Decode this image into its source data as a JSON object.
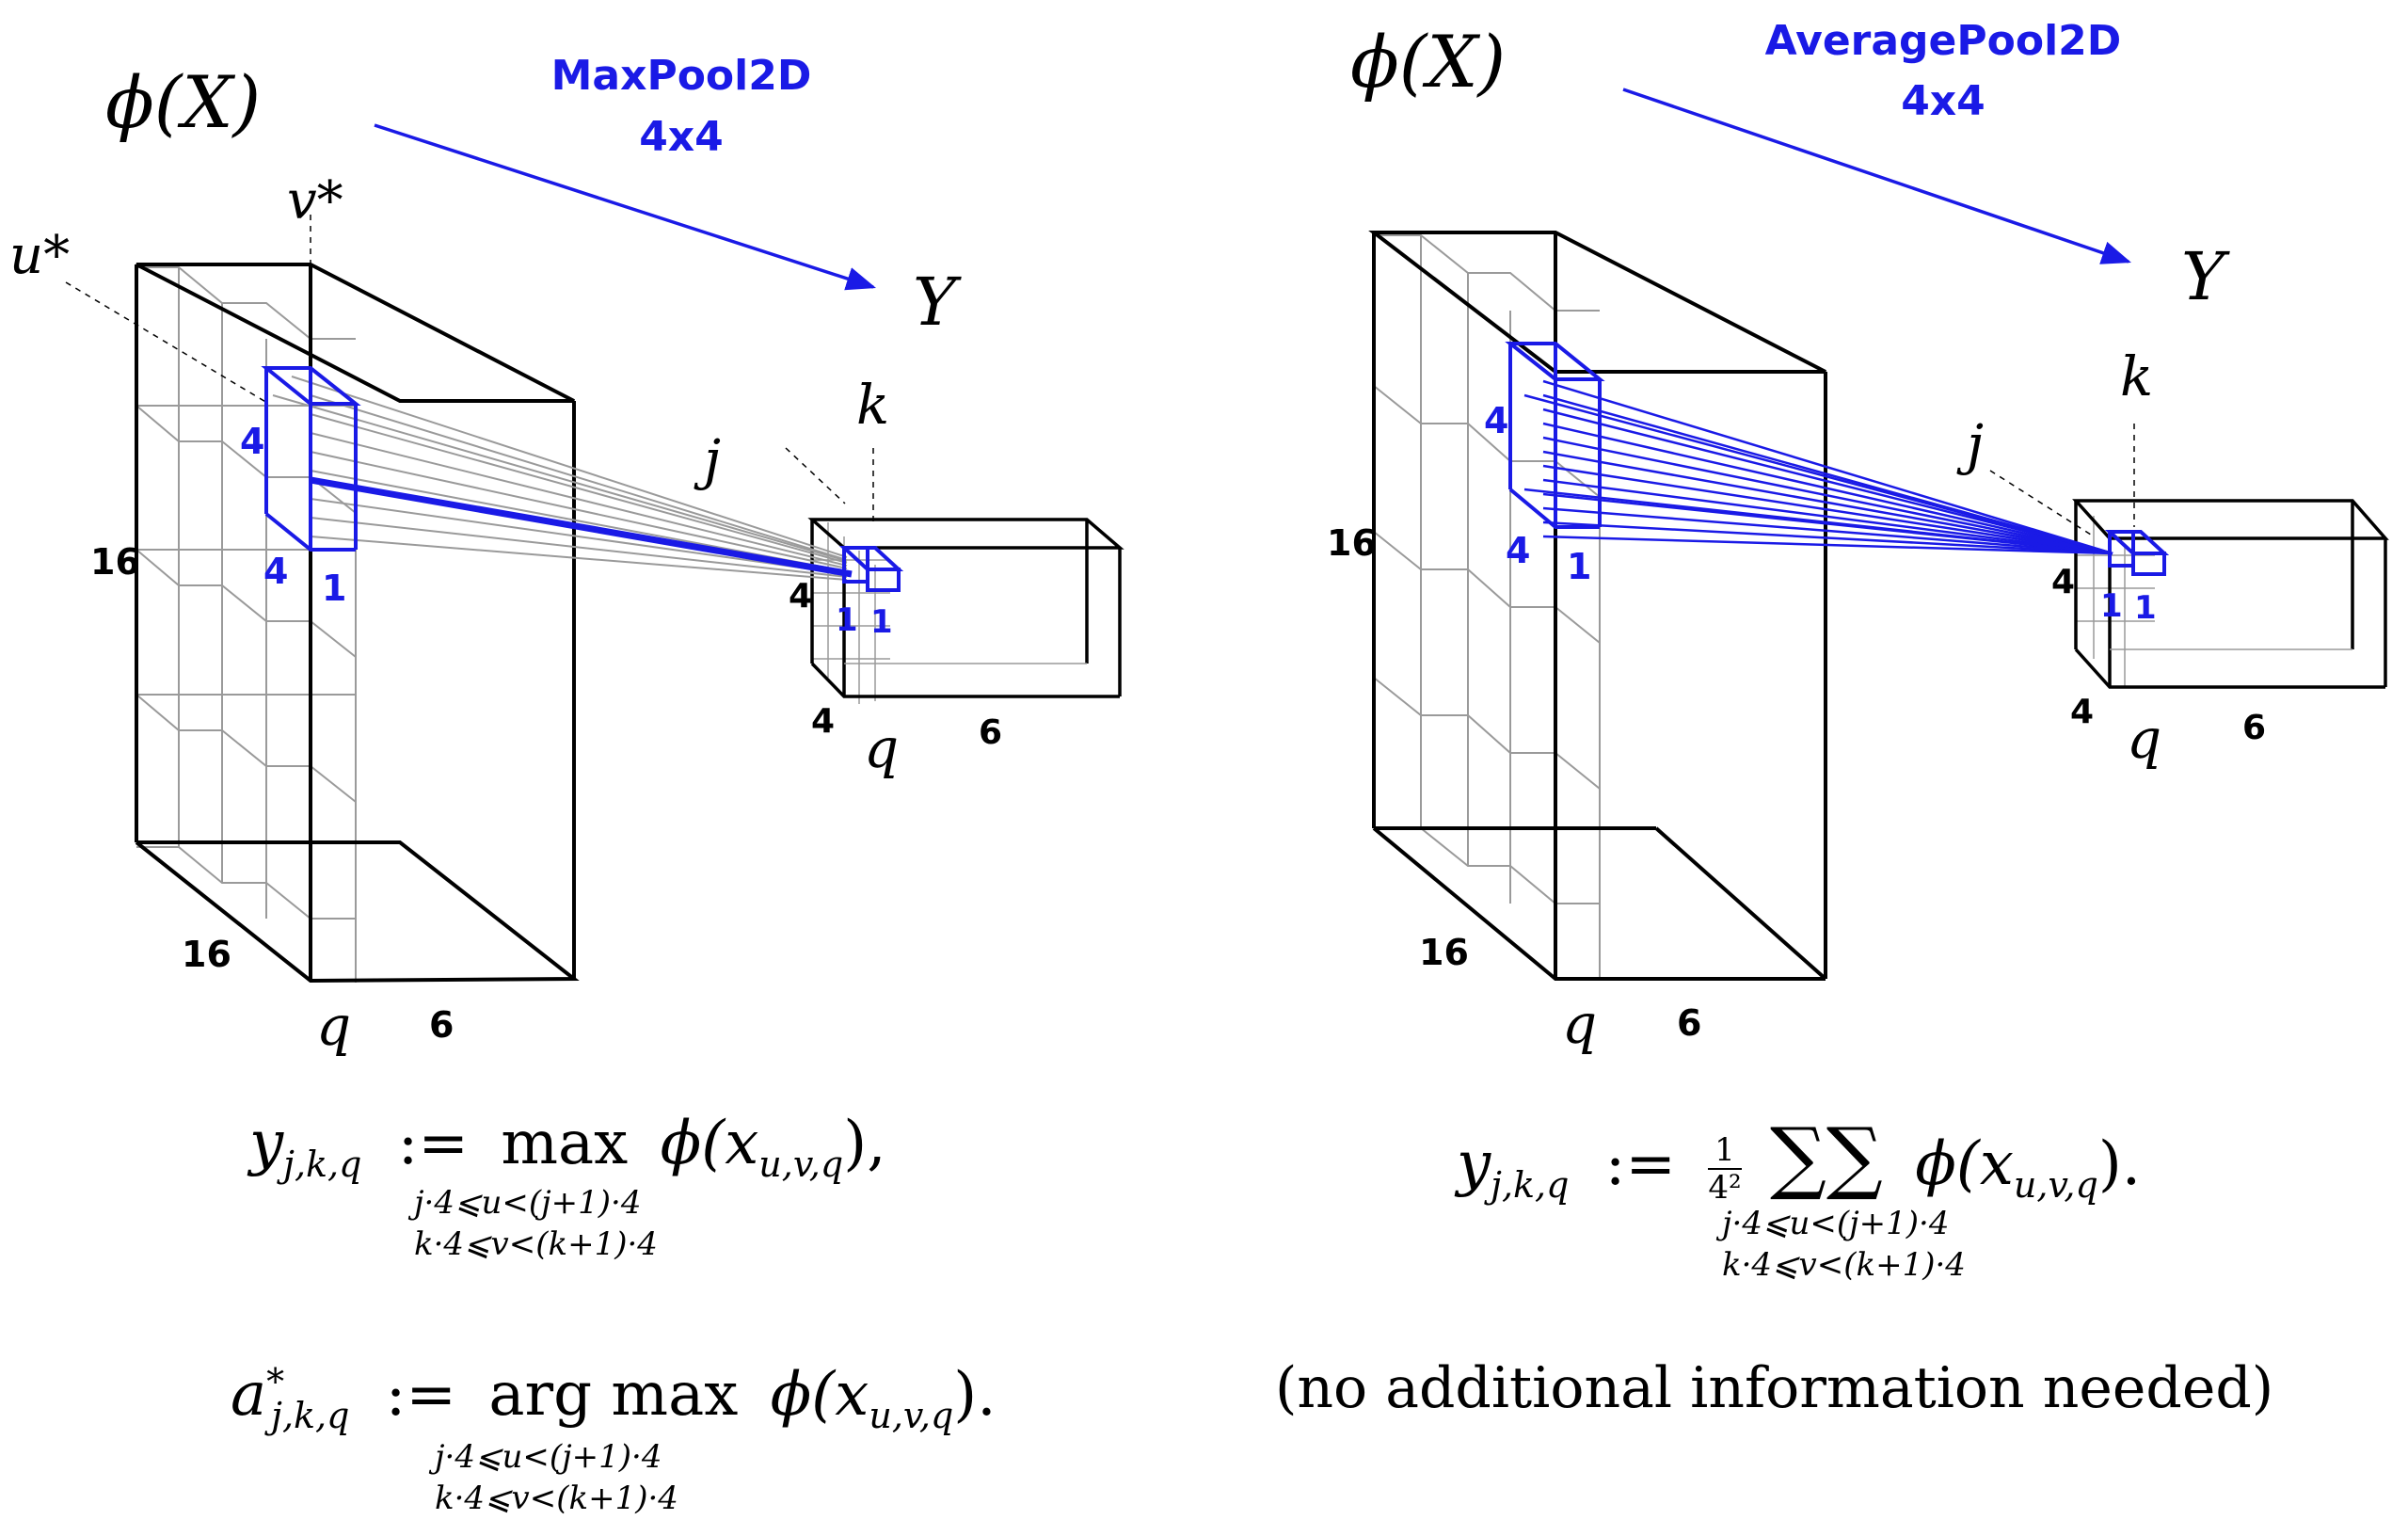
{
  "left_panel": {
    "input_label": "ϕ(X)",
    "output_label": "Y",
    "operation": {
      "name": "MaxPool2D",
      "size": "4x4"
    },
    "index_labels": {
      "u": "u*",
      "v": "v*",
      "j": "j",
      "k": "k",
      "q_in": "q",
      "q_out": "q"
    },
    "input_dims": {
      "height": "16",
      "width": "16",
      "depth": "6"
    },
    "window_dims": {
      "a": "4",
      "b": "4",
      "c": "1"
    },
    "output_dims": {
      "height": "4",
      "width": "4",
      "depth": "6"
    },
    "output_cell_dims": {
      "a": "1",
      "b": "1"
    },
    "formula_y": {
      "lhs": "y",
      "lhs_sub": "j,k,q",
      "assign": ":=",
      "op": "max",
      "rhs": "ϕ(x",
      "rhs_sub": "u,v,q",
      "tail": "),",
      "cond1": "j·4⩽u<(j+1)·4",
      "cond2": "k·4⩽v<(k+1)·4"
    },
    "formula_a": {
      "lhs": "a",
      "lhs_sup": "*",
      "lhs_sub": "j,k,q",
      "assign": ":=",
      "op": "arg max",
      "rhs": "ϕ(x",
      "rhs_sub": "u,v,q",
      "tail": ").",
      "cond1": "j·4⩽u<(j+1)·4",
      "cond2": "k·4⩽v<(k+1)·4"
    }
  },
  "right_panel": {
    "input_label": "ϕ(X)",
    "output_label": "Y",
    "operation": {
      "name": "AveragePool2D",
      "size": "4x4"
    },
    "index_labels": {
      "j": "j",
      "k": "k",
      "q_in": "q",
      "q_out": "q"
    },
    "input_dims": {
      "height": "16",
      "width": "16",
      "depth": "6"
    },
    "window_dims": {
      "a": "4",
      "b": "4",
      "c": "1"
    },
    "output_dims": {
      "height": "4",
      "width": "4",
      "depth": "6"
    },
    "output_cell_dims": {
      "a": "1",
      "b": "1"
    },
    "formula_y": {
      "lhs": "y",
      "lhs_sub": "j,k,q",
      "assign": ":=",
      "frac_num": "1",
      "frac_den": "4²",
      "op": "∑∑",
      "rhs": "ϕ(x",
      "rhs_sub": "u,v,q",
      "tail": ").",
      "cond1": "j·4⩽u<(j+1)·4",
      "cond2": "k·4⩽v<(k+1)·4"
    },
    "note": "(no additional information needed)"
  },
  "colors": {
    "accent": "#1a1ae6",
    "grid": "#9a9a9a",
    "edge": "#000000"
  }
}
